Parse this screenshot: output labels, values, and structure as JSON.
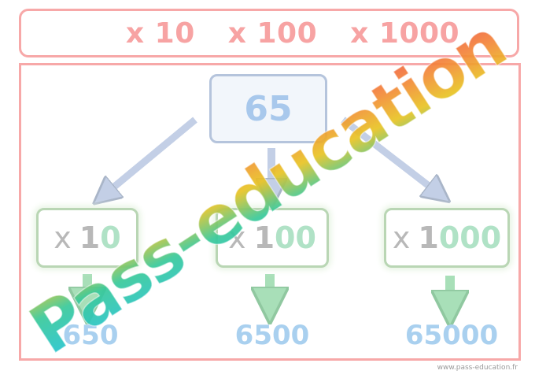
{
  "header": {
    "items": [
      "x 10",
      "x 100",
      "x 1000"
    ]
  },
  "root": {
    "value": "65"
  },
  "operations": [
    {
      "x": "x",
      "one": "1",
      "zeros": "0",
      "result": "650"
    },
    {
      "x": "x",
      "one": "1",
      "zeros": "00",
      "result": "6500"
    },
    {
      "x": "x",
      "one": "1",
      "zeros": "000",
      "result": "65000"
    }
  ],
  "watermark": {
    "logo": "Pass-education",
    "url": "www.pass-education.fr"
  },
  "colors": {
    "frame": "#f7a8a8",
    "root_border": "#b5c4dc",
    "op_border": "#b9d6b4",
    "zeros": "#b0e2c6",
    "result": "#a9d0ef",
    "logo_start": "#20c4e0",
    "logo_mid": "#f0c020",
    "logo_end": "#f04848"
  }
}
